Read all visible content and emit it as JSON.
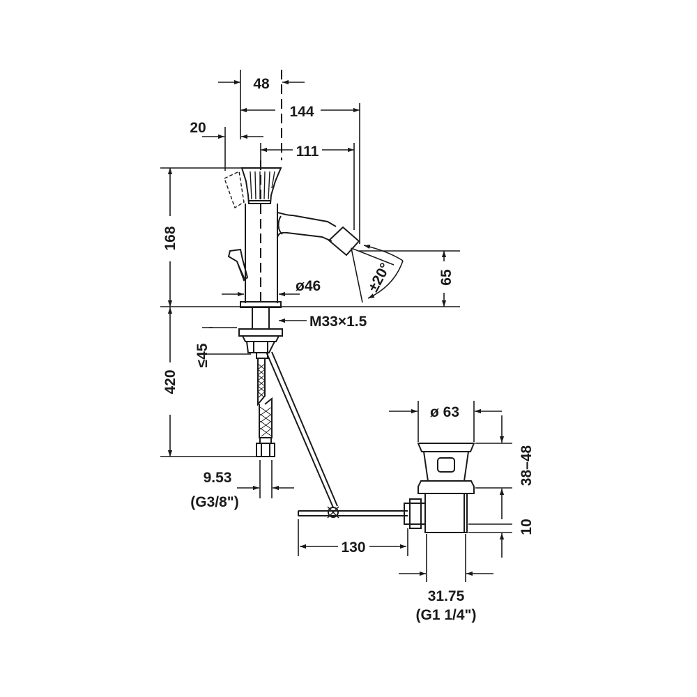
{
  "dimensions": {
    "d48": "48",
    "d144": "144",
    "d20": "20",
    "d111": "111",
    "d168": "168",
    "d65": "65",
    "angle": "±20°",
    "dia46": "ø46",
    "thread": "M33×1.5",
    "max45": "≤45",
    "d420": "420",
    "hose_size": "9.53",
    "hose_thread": "(G3/8\")",
    "dia63": "ø 63",
    "d38_48": "38–48",
    "d10": "10",
    "d130": "130",
    "waste_size": "31.75",
    "waste_thread": "(G1 1/4\")"
  }
}
